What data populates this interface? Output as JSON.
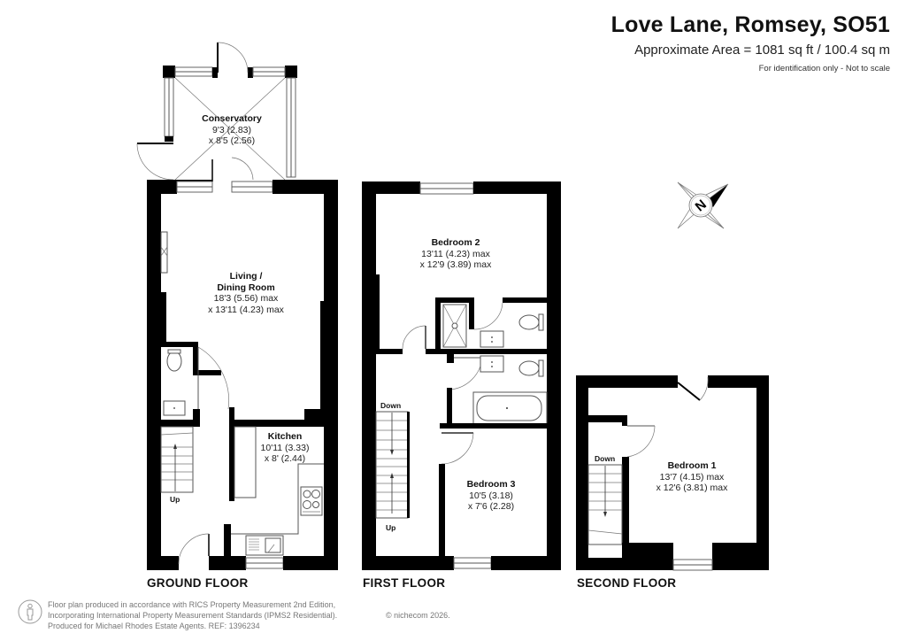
{
  "header": {
    "title": "Love Lane, Romsey, SO51",
    "area": "Approximate Area = 1081 sq ft / 100.4 sq m",
    "disclaimer": "For identification only - Not to scale"
  },
  "compass": {
    "icon": "north-compass-icon",
    "letter": "N"
  },
  "floors": [
    {
      "label": "GROUND FLOOR",
      "rooms": [
        {
          "name": "Conservatory",
          "dims": [
            "9'3 (2.83)",
            "x 8'5 (2.56)"
          ]
        },
        {
          "name_lines": [
            "Living /",
            "Dining Room"
          ],
          "dims": [
            "18'3 (5.56) max",
            "x 13'11 (4.23) max"
          ]
        },
        {
          "name": "Kitchen",
          "dims": [
            "10'11 (3.33)",
            "x 8' (2.44)"
          ]
        }
      ],
      "stairs": [
        {
          "label": "Up"
        }
      ]
    },
    {
      "label": "FIRST FLOOR",
      "rooms": [
        {
          "name": "Bedroom 2",
          "dims": [
            "13'11 (4.23) max",
            "x 12'9 (3.89) max"
          ]
        },
        {
          "name": "Bedroom 3",
          "dims": [
            "10'5 (3.18)",
            "x 7'6 (2.28)"
          ]
        }
      ],
      "stairs": [
        {
          "label": "Down"
        },
        {
          "label": "Up"
        }
      ]
    },
    {
      "label": "SECOND FLOOR",
      "rooms": [
        {
          "name": "Bedroom 1",
          "dims": [
            "13'7 (4.15)  max",
            "x 12'6 (3.81) max"
          ]
        }
      ],
      "stairs": [
        {
          "label": "Down"
        }
      ]
    }
  ],
  "footer": {
    "lines": [
      "Floor plan produced in accordance with RICS Property Measurement 2nd Edition,",
      "Incorporating International Property Measurement Standards (IPMS2 Residential).",
      "Produced for Michael Rhodes Estate Agents.   REF: 1396234"
    ],
    "copyright": "© nichecom 2026."
  },
  "colors": {
    "wall": "#000000",
    "fixture": "#555555",
    "background": "#ffffff"
  }
}
